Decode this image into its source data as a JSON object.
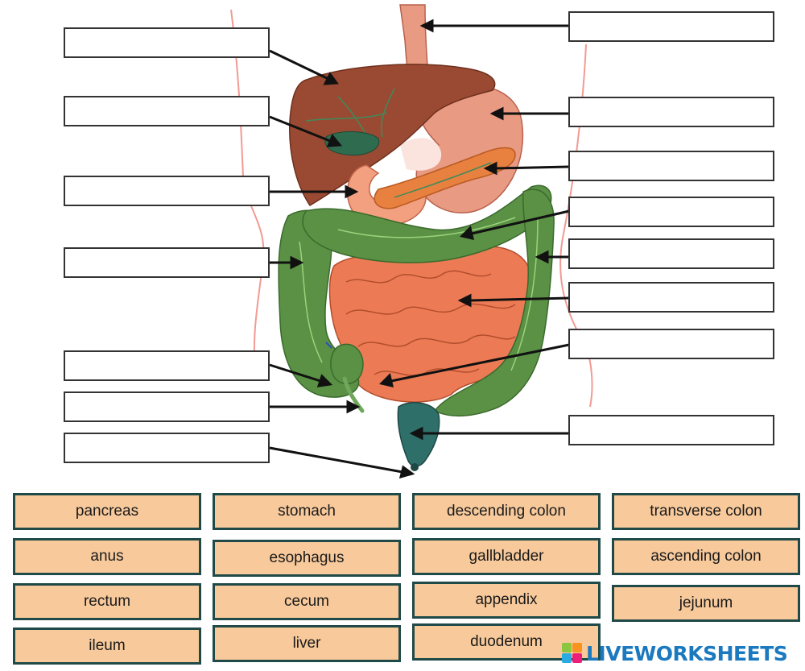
{
  "word_bank": [
    "pancreas",
    "stomach",
    "descending colon",
    "transverse colon",
    "anus",
    "esophagus",
    "gallbladder",
    "ascending colon",
    "rectum",
    "cecum",
    "appendix",
    "jejunum",
    "ileum",
    "liver",
    "duodenum"
  ],
  "brand": {
    "text": "LIVEWORKSHEETS"
  },
  "colors": {
    "chip_fill": "#f7c99b",
    "chip_border": "#1f4a48",
    "liver": "#9a4a32",
    "stomach": "#e99a83",
    "pancreas": "#e8813f",
    "colon": "#5a9145",
    "small_intestine": "#ec7b55",
    "rectum": "#2f6f6a",
    "brand": "#1b79bf"
  }
}
